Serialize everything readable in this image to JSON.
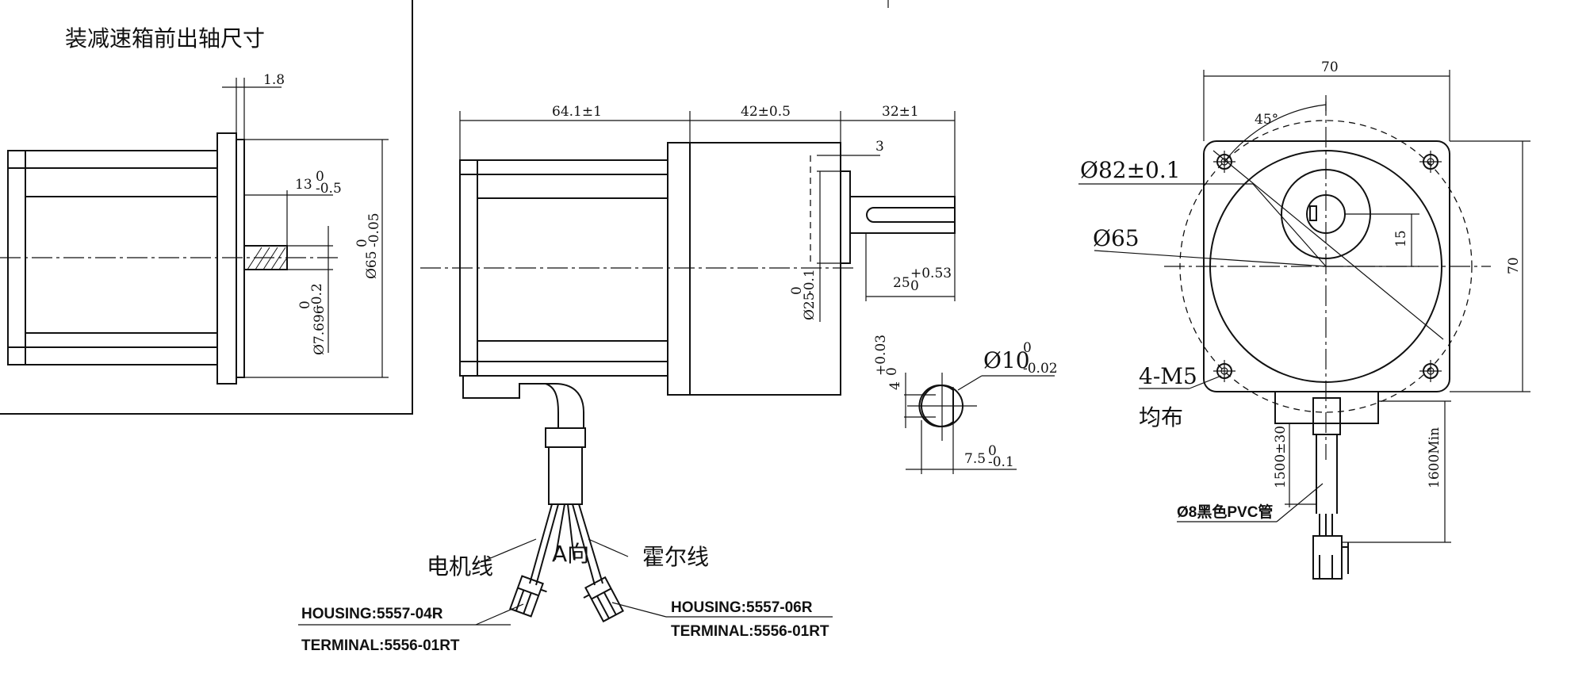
{
  "detail_box": {
    "title": "装减速箱前出轴尺寸",
    "dim_flange": "1.8",
    "dim_13": "13",
    "dim_13_tol_up": "0",
    "dim_13_tol_dn": "-0.5",
    "dim_dia65": "Ø65",
    "dim_dia65_tol_up": "0",
    "dim_dia65_tol_dn": "-0.05",
    "dim_dia7696": "Ø7.696",
    "dim_dia7696_tol_up": "0",
    "dim_dia7696_tol_dn": "-0.2"
  },
  "side_view": {
    "dim_motor_len": "64.1±1",
    "dim_gearbox_len": "42±0.5",
    "dim_shaft_len": "32±1",
    "dim_3": "3",
    "dim_25": "25",
    "dim_25_tol_up": "+0.53",
    "dim_25_tol_dn": "0",
    "dim_dia25": "Ø25",
    "dim_dia25_tol_up": "0",
    "dim_dia25_tol_dn": "-0.1",
    "label_motor_wire": "电机线",
    "label_view_a": "A向",
    "label_hall_wire": "霍尔线",
    "housing_left": "HOUSING:5557-04R",
    "terminal_left": "TERMINAL:5556-01RT",
    "housing_right": "HOUSING:5557-06R",
    "terminal_right": "TERMINAL:5556-01RT"
  },
  "shaft_section": {
    "dim_dia10": "Ø10",
    "dim_dia10_tol_up": "0",
    "dim_dia10_tol_dn": "-0.02",
    "dim_4": "4",
    "dim_4_tol_up": "+0.03",
    "dim_4_tol_dn": "0",
    "dim_75": "7.5",
    "dim_75_tol_up": "0",
    "dim_75_tol_dn": "-0.1"
  },
  "front_view": {
    "dim_width": "70",
    "dim_height": "70",
    "dim_angle": "45°",
    "dim_dia82": "Ø82±0.1",
    "dim_dia65": "Ø65",
    "dim_15": "15",
    "label_holes": "4-M5",
    "label_holes_even": "均布",
    "dim_cable_len": "1500±30",
    "dim_min_len": "1600Min",
    "label_tube": "Ø8黑色PVC管"
  }
}
